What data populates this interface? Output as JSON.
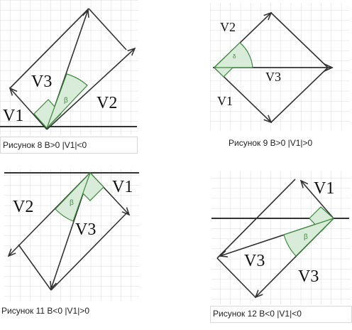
{
  "figures": [
    {
      "labels": {
        "v1": "V1",
        "v2": "V2",
        "v3": "V3",
        "angle": "β"
      },
      "caption": "Рисунок 8 B>0  |V1|<0"
    },
    {
      "labels": {
        "v1": "V1",
        "v2": "V2",
        "v3": "V3",
        "angle": "δ"
      },
      "caption": "Рисунок 9 B>0  |V1|>0"
    },
    {
      "labels": {
        "v1": "V1",
        "v2": "V2",
        "v3": "V3",
        "angle": "β"
      },
      "caption": "Рисунок 11 B<0  |V1|>0"
    },
    {
      "labels": {
        "v1": "V1",
        "v3a": "V3",
        "v3b": "V3",
        "angle": "β"
      },
      "caption": "Рисунок 12 B<0  |V1|<0"
    }
  ],
  "colors": {
    "grid": "#cfcfcf",
    "line": "#333333",
    "angle_fill": "#d9ecd9",
    "angle_stroke": "#3a8a3a"
  }
}
